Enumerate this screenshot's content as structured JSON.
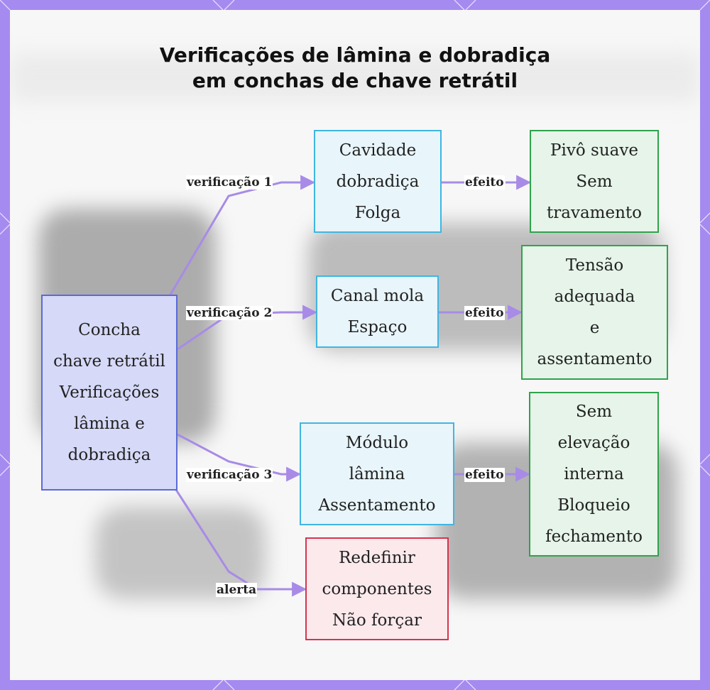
{
  "title": {
    "line1": "Verificações de lâmina e dobradiça",
    "line2": "em conchas de chave retrátil"
  },
  "colors": {
    "frame": "#a58af0",
    "edge": "#a88be6",
    "root_border": "#5a6ad8",
    "root_fill": "#d6d9f7",
    "check_border": "#3fb6e2",
    "check_fill": "#e8f5fb",
    "effect_border": "#2ea44b",
    "effect_fill": "#e6f4e9",
    "alert_border": "#d6344e",
    "alert_fill": "#fbe9ec"
  },
  "nodes": {
    "root": "Concha\nchave retrátil\nVerificações\nlâmina e\ndobradiça",
    "check1": "Cavidade\ndobradiça\nFolga",
    "check2": "Canal mola\nEspaço",
    "check3": "Módulo\nlâmina\nAssentamento",
    "alert": "Redefinir\ncomponentes\nNão forçar",
    "effect1": "Pivô suave\nSem\ntravamento",
    "effect2": "Tensão\nadequada\ne\nassentamento",
    "effect3": "Sem\nelevação\ninterna\nBloqueio\nfechamento"
  },
  "edge_labels": {
    "check1": "verificação 1",
    "check2": "verificação 2",
    "check3": "verificação 3",
    "alert": "alerta",
    "effect1": "efeito",
    "effect2": "efeito",
    "effect3": "efeito"
  }
}
